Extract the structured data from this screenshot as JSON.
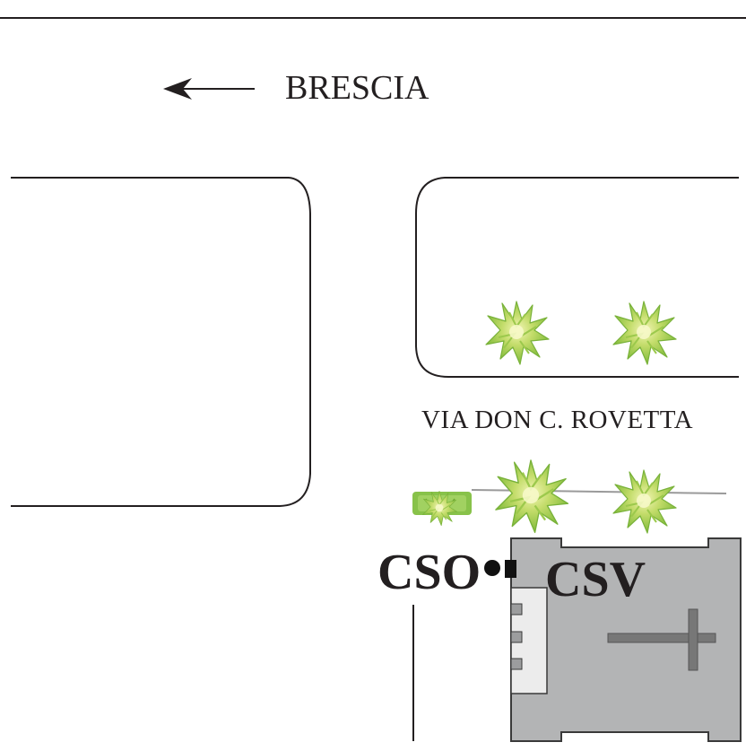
{
  "map": {
    "direction_label": "BRESCIA",
    "direction": "west",
    "street_name": "VIA DON C. ROVETTA",
    "point_labels": {
      "cso": "CSO",
      "csv": "CSV"
    },
    "colors": {
      "ink": "#231f20",
      "building": "#b3b4b5",
      "building_stroke": "#3a3a3a",
      "annex": "#ececec",
      "road_line": "#999999",
      "vegetation": "#8fc43f",
      "vegetation_light": "#e7ef9a"
    },
    "icons": [
      "arrow-left-icon",
      "bush-icon",
      "hedge-icon",
      "cross-icon",
      "location-dot-icon"
    ]
  }
}
